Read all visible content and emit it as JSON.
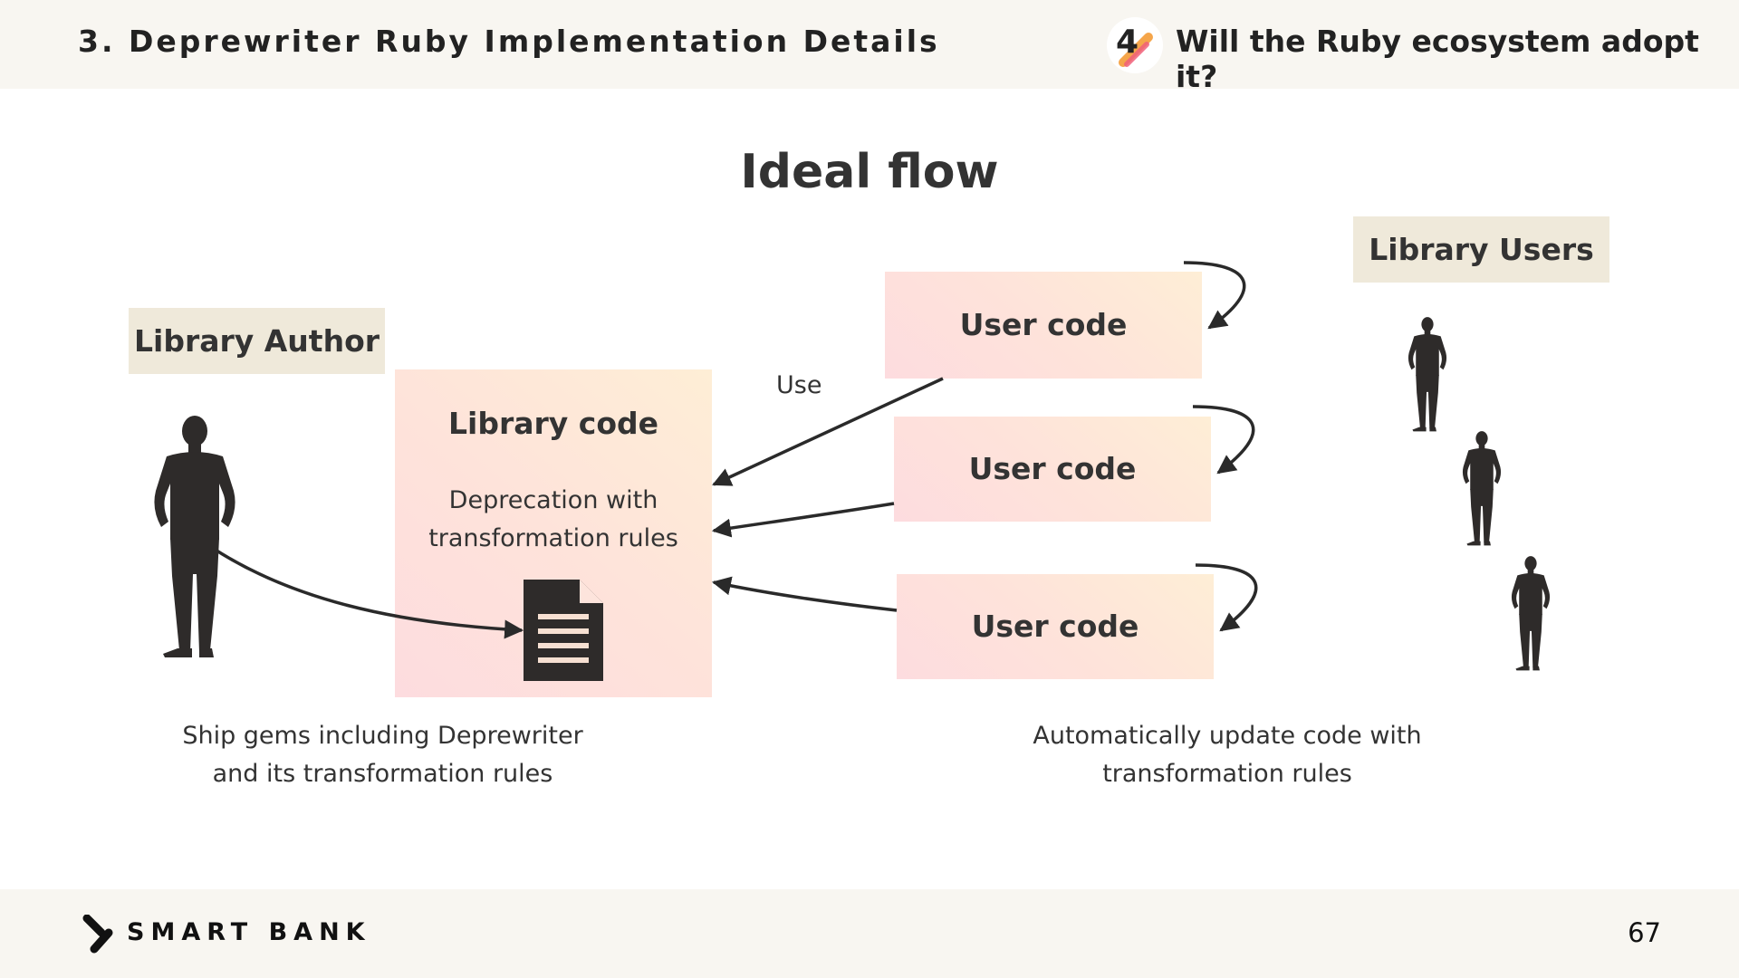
{
  "header": {
    "section_title": "3. Deprewriter Ruby Implementation Details",
    "chapter_number": "4",
    "chapter_title": "Will the Ruby ecosystem adopt it?"
  },
  "slide": {
    "title": "Ideal flow",
    "author_tag": "Library Author",
    "users_tag": "Library Users",
    "library_box": {
      "title": "Library code",
      "desc_line1": "Deprecation with",
      "desc_line2": "transformation rules"
    },
    "user_code_boxes": [
      "User code",
      "User code",
      "User code"
    ],
    "use_label": "Use",
    "caption_left": [
      "Ship gems including Deprewriter",
      "and its transformation rules"
    ],
    "caption_right": [
      "Automatically update code with",
      "transformation rules"
    ]
  },
  "footer": {
    "brand": "SMART BANK",
    "page_number": "67"
  },
  "colors": {
    "header_bg": "#f8f6f1",
    "tag_bg": "#efe9da",
    "box_pink": "#fddcdf",
    "box_peach": "#feeed6",
    "silhouette": "#2e2b2a",
    "arrow": "#2a2a2a"
  },
  "icons": {
    "chapter_badge": "chapter-4-badge-icon",
    "document": "document-icon",
    "person": "person-silhouette-icon",
    "brand_logo": "smartbank-logo-icon"
  }
}
